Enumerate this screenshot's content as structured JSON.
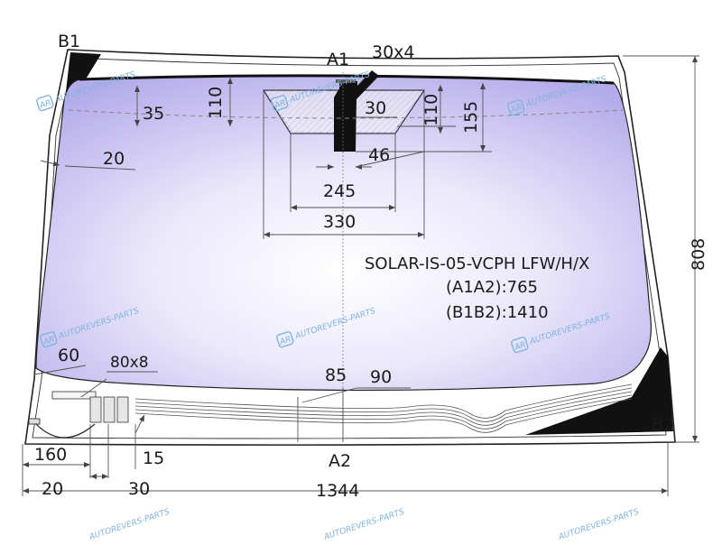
{
  "diagram": {
    "product_code": "SOLAR-IS-05-VCPH LFW/H/X",
    "dim_a1a2": "(A1A2):765",
    "dim_b1b2": "(B1B2):1410",
    "points": {
      "a1": "A1",
      "a2": "A2",
      "b1": "B1",
      "b2": "B2"
    },
    "dims": {
      "sensor_size": "30x4",
      "d35": "35",
      "d110_left": "110",
      "d30_top": "30",
      "d110_right": "110",
      "d155": "155",
      "d20_left": "20",
      "d46": "46",
      "d245": "245",
      "d330": "330",
      "d808": "808",
      "d60": "60",
      "connector_size": "80x8",
      "d85": "85",
      "d90": "90",
      "d160": "160",
      "d15": "15",
      "d20_bottom": "20",
      "d30_bottom": "30",
      "d1344": "1344"
    },
    "watermark": "AUTOREVERS-PARTS",
    "watermark_logo": "AR"
  },
  "colors": {
    "glass_center": "#ffffff",
    "glass_edge": "#bdb6ee",
    "black_print": "#111111",
    "watermark": "#7fb3e0"
  }
}
